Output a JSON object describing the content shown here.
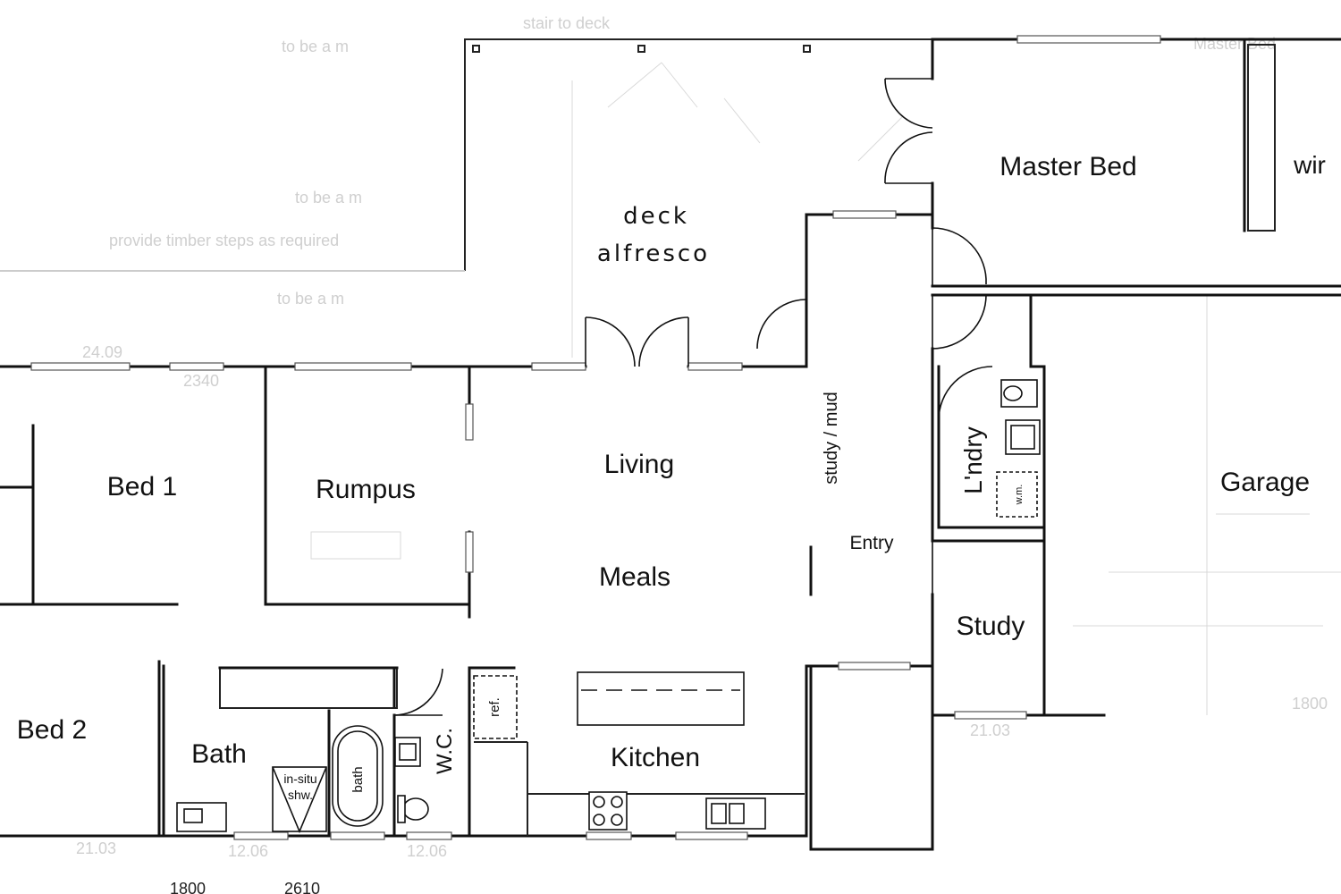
{
  "rooms": {
    "deck": "deck",
    "alfresco": "alfresco",
    "master_bed": "Master Bed",
    "wir": "wir",
    "study_mud": "study / mud",
    "lndry": "L'ndry",
    "garage": "Garage",
    "entry": "Entry",
    "living": "Living",
    "meals": "Meals",
    "bed1": "Bed 1",
    "rumpus": "Rumpus",
    "study": "Study",
    "bed2": "Bed 2",
    "bath_room": "Bath",
    "wc": "W.C.",
    "kitchen": "Kitchen"
  },
  "fixtures": {
    "ref": "ref.",
    "bath": "bath",
    "shower": [
      "in-situ",
      "shw."
    ],
    "washing_machine": "w.m."
  },
  "faint_annotations": [
    "to be a m",
    "stair to deck",
    "provide timber steps as required",
    "24.09",
    "2340",
    "21.03",
    "12.06",
    "1800",
    "2610",
    "Master Bed"
  ]
}
